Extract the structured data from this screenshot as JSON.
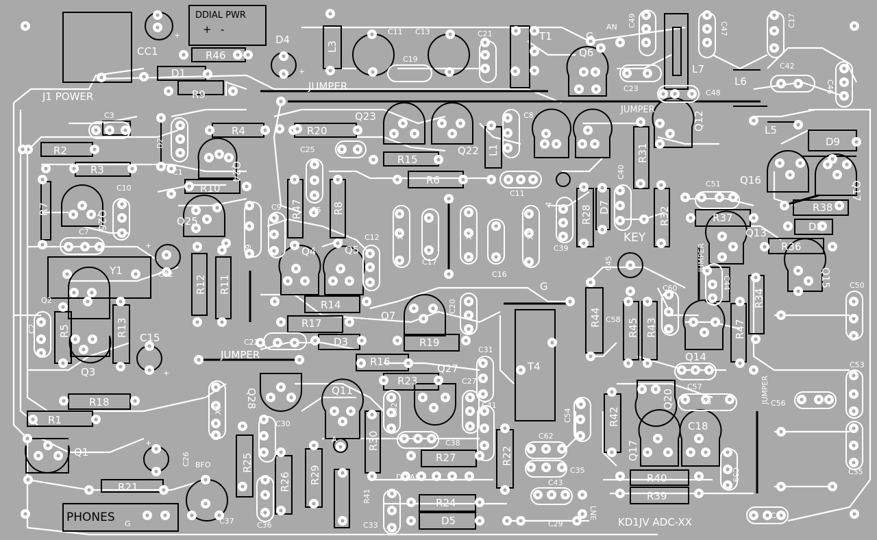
{
  "board": {
    "background": "#a9a9a9",
    "trace_color": "#ffffff",
    "silk_color": "#000000",
    "credit": "KD1JV  ADC-XX"
  },
  "labels": {
    "ddial_pwr": "DDIAL PWR",
    "cc1": "CC1",
    "r46": "R46",
    "d4": "D4",
    "l3": "L3",
    "c11": "C11",
    "c13": "C13",
    "c21": "C21",
    "t1": "T1",
    "g_top": "G",
    "an": "AN",
    "c49": "C49",
    "c17": "C17",
    "d1": "D1",
    "j1_power": "J1 POWER",
    "r9": "R9",
    "jumper_top": "JUMPER",
    "c19": "C19",
    "q6": "Q6",
    "c23": "C23",
    "c48": "C48",
    "l6": "L6",
    "c42": "C42",
    "c3": "C3",
    "r4": "R4",
    "r20": "R20",
    "q23": "Q23",
    "c8": "C8",
    "jumper_q12": "JUMPER",
    "l5": "L5",
    "d9": "D9",
    "r2": "R2",
    "d2": "D2",
    "c25": "C25",
    "r15": "R15",
    "q22": "Q22",
    "l1": "L1",
    "r31": "R31",
    "q12": "Q12",
    "r3": "R3",
    "c1": "C1",
    "q24": "Q24",
    "r6": "R6",
    "c40": "C40",
    "q16": "Q16",
    "c10": "C10",
    "r10": "R10",
    "c11b": "C11",
    "c51": "C51",
    "r7": "R7",
    "q26": "Q26",
    "c9": "C9",
    "r47": "R47",
    "c5": "C5",
    "r8": "R8",
    "r28": "R28",
    "d7": "D7",
    "r38": "R38",
    "q25": "Q25",
    "x3": "X3",
    "x2": "X2",
    "x1": "X1",
    "r37": "R37",
    "d8": "D8",
    "c7": "C7",
    "c12": "C12",
    "c39": "C39",
    "key": "KEY",
    "q13": "Q13",
    "r36": "R36",
    "c16": "C16",
    "c17b": "C17",
    "q4": "Q4",
    "q5": "Q5",
    "y1": "Y1",
    "r12": "R12",
    "r11": "R11",
    "g_mid": "G",
    "c45": "C45",
    "jumper_right": "JUMPER",
    "q15": "Q15",
    "c50": "C50",
    "q2": "Q2",
    "r14": "R14",
    "c60": "C60",
    "r44": "R44",
    "r5": "R5",
    "r13": "R13",
    "q7": "Q7",
    "c20": "C20",
    "r17": "R17",
    "c58": "C58",
    "r45": "R45",
    "r43": "R43",
    "c15": "C15",
    "d3": "D3",
    "r19": "R19",
    "q14": "Q14",
    "q3": "Q3",
    "c22": "C22",
    "c31": "C31",
    "t4": "T4",
    "jumper_mid": "JUMPER",
    "r16": "R16",
    "q27": "Q27",
    "c53": "C53",
    "q28": "Q28",
    "r23": "R23",
    "c27": "C27",
    "c57": "C57",
    "x5": "X5",
    "r18": "R18",
    "q11": "Q11",
    "x4": "X4",
    "c41": "C41",
    "c56": "C56",
    "q20": "Q20",
    "r1": "R1",
    "c30": "C30",
    "c32": "C32",
    "r30": "R30",
    "c38": "C38",
    "c54": "C54",
    "r42": "R42",
    "c18": "C18",
    "jumper_vert": "JUMPER",
    "q1": "Q1",
    "c62": "C62",
    "q17": "Q17",
    "c26": "C26",
    "bfo": "BFO",
    "r25": "R25",
    "r26": "R26",
    "r29": "R29",
    "r27": "R27",
    "ddial": "DDIAL",
    "r22": "R22",
    "c35": "C35",
    "r40": "R40",
    "c59": "C59",
    "c55": "C55",
    "r21": "R21",
    "r41": "R41",
    "c43": "C43",
    "r39": "R39",
    "r24": "R24",
    "lne": "LNE",
    "phones": "PHONES",
    "c37": "C37",
    "c36": "C36",
    "c33": "C33",
    "d5": "D5",
    "c29": "C29",
    "c52": "C52",
    "a": "A",
    "a2": "A",
    "c47": "C47",
    "l7": "L7",
    "c46": "C46",
    "c10b": "C10",
    "g_phones": "G"
  }
}
